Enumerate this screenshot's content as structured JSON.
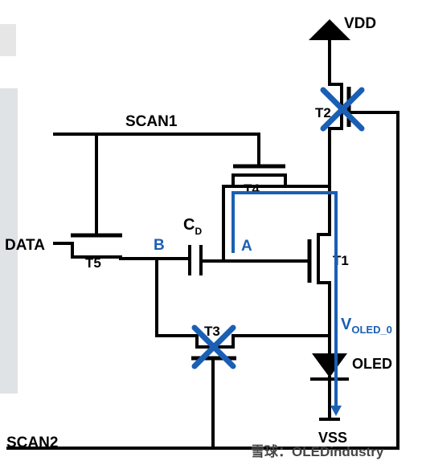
{
  "labels": {
    "vdd": "VDD",
    "vss": "VSS",
    "scan1": "SCAN1",
    "scan2": "SCAN2",
    "data": "DATA",
    "t1": "T1",
    "t2": "T2",
    "t3": "T3",
    "t4": "T4",
    "t5": "T5",
    "cd_main": "C",
    "cd_sub": "D",
    "node_a": "A",
    "node_b": "B",
    "voled_main": "V",
    "voled_sub": "OLED_0",
    "oled": "OLED"
  },
  "watermark": "雪球：OLEDindustry",
  "colors": {
    "wire": "#000000",
    "accent": "#1a5fb4",
    "background": "#ffffff"
  },
  "icons": [
    "triode-transistor",
    "capacitor",
    "diode",
    "cross-mark",
    "ground-arrow"
  ]
}
